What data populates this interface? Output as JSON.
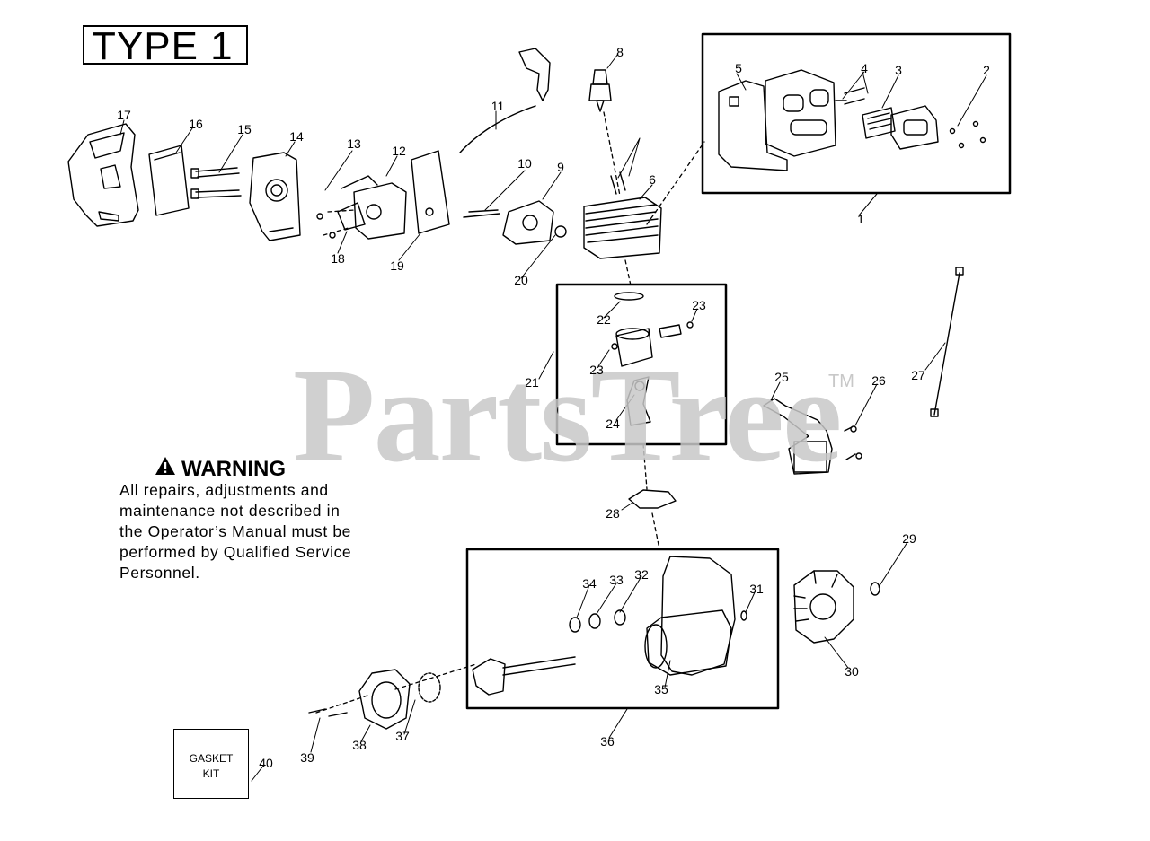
{
  "header": {
    "type_label": "TYPE 1"
  },
  "watermark": {
    "text": "PartsTree",
    "tm": "TM"
  },
  "warning": {
    "title": "WARNING",
    "lines": [
      "All repairs, adjustments and",
      "maintenance not described in",
      "the Operator’s Manual must be",
      "performed by Qualified Service",
      "Personnel."
    ]
  },
  "gasket_kit": {
    "line1": "GASKET",
    "line2": "KIT"
  },
  "callouts": {
    "c1": "1",
    "c2": "2",
    "c3": "3",
    "c4": "4",
    "c5": "5",
    "c6": "6",
    "c8": "8",
    "c9": "9",
    "c10": "10",
    "c11": "11",
    "c12": "12",
    "c13": "13",
    "c14": "14",
    "c15": "15",
    "c16": "16",
    "c17": "17",
    "c18": "18",
    "c19": "19",
    "c20": "20",
    "c21": "21",
    "c22": "22",
    "c23a": "23",
    "c23b": "23",
    "c24": "24",
    "c25": "25",
    "c26": "26",
    "c27": "27",
    "c28": "28",
    "c29": "29",
    "c30": "30",
    "c31": "31",
    "c32": "32",
    "c33": "33",
    "c34": "34",
    "c35": "35",
    "c36": "36",
    "c37": "37",
    "c38": "38",
    "c39": "39",
    "c40": "40"
  }
}
